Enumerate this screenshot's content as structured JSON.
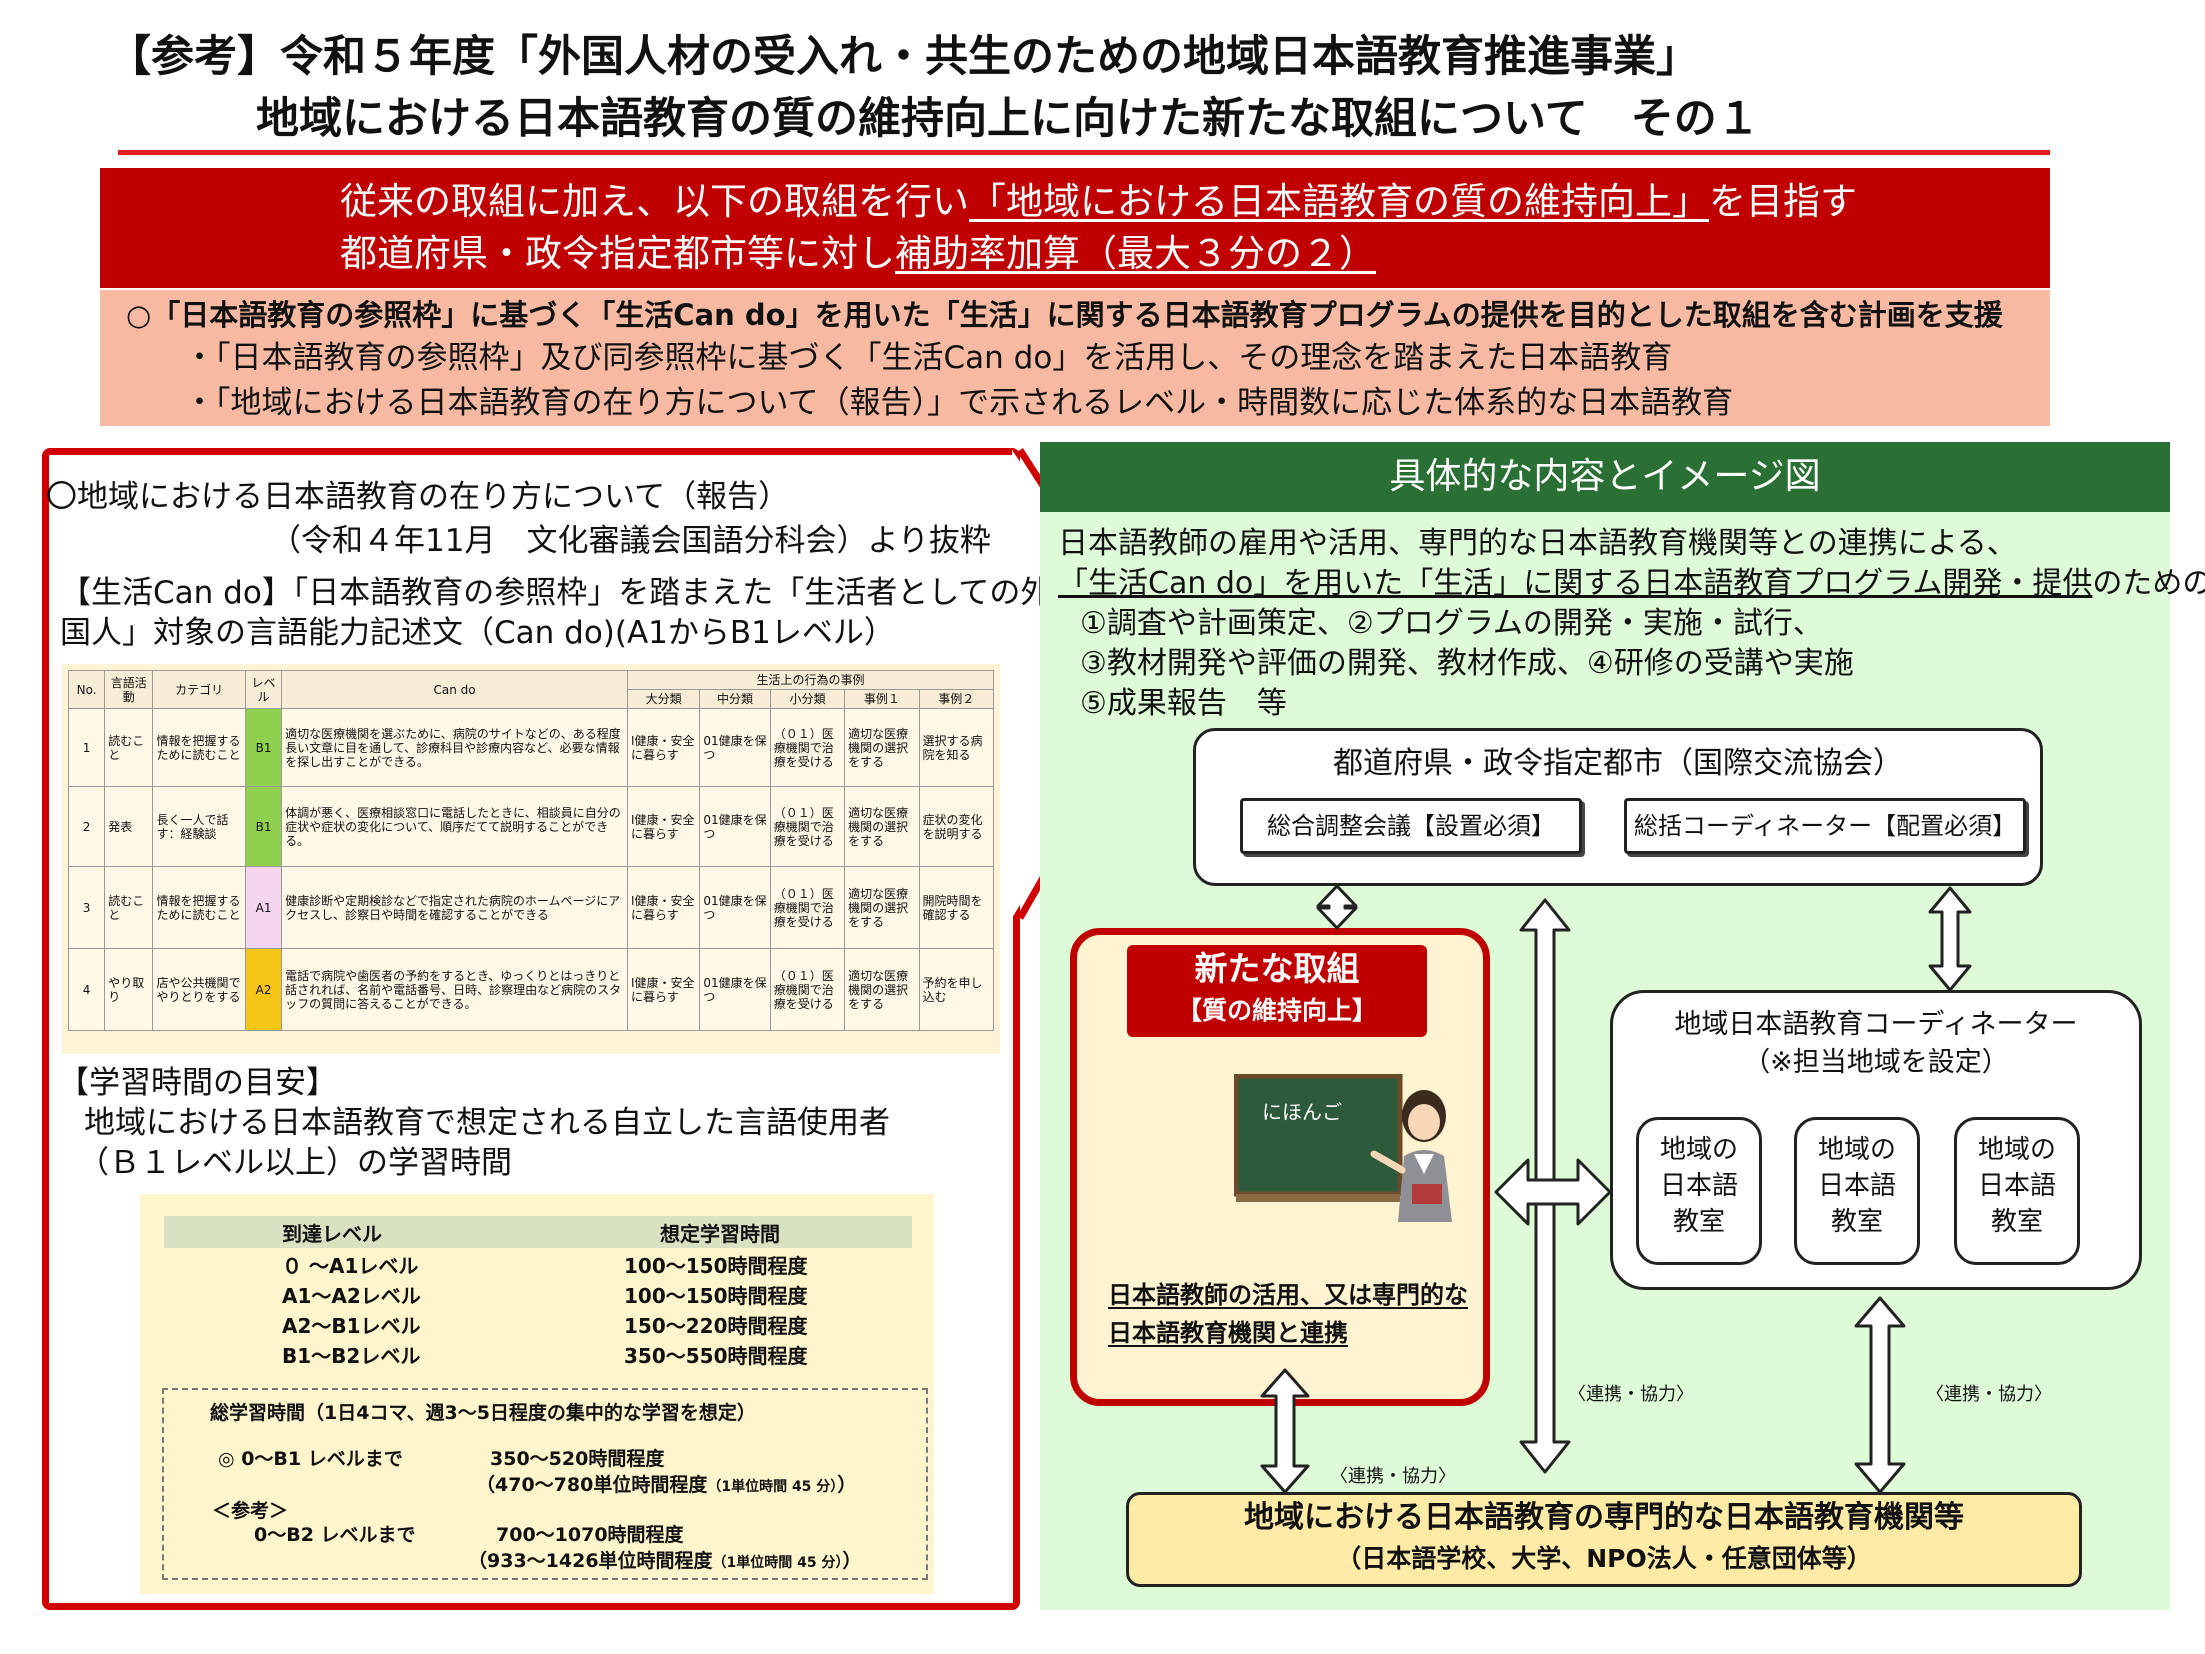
{
  "title": {
    "line1": "【参考】令和５年度「外国人材の受入れ・共生のための地域日本語教育推進事業」",
    "line2": "地域における日本語教育の質の維持向上に向けた新たな取組について　その１"
  },
  "banner": {
    "l1_pre": "従来の取組に加え、以下の取組を行い",
    "l1_u": "「地域における日本語教育の質の維持向上」",
    "l1_post": "を目指す",
    "l2_pre": "都道府県・政令指定都市等に対し",
    "l2_u": "補助率加算（最大３分の２）"
  },
  "support": {
    "heading": "○「日本語教育の参照枠」に基づく「生活Can do」を用いた「生活」に関する日本語教育プログラムの提供を目的とした取組を含む計画を支援",
    "bullet1": "・「日本語教育の参照枠」及び同参照枠に基づく「生活Can do」を活用し、その理念を踏まえた日本語教育",
    "bullet2": "・「地域における日本語教育の在り方について（報告）」で示されるレベル・時間数に応じた体系的な日本語教育"
  },
  "left": {
    "report_title": "〇地域における日本語教育の在り方について（報告）",
    "report_source": "（令和４年11月　文化審議会国語分科会）より抜粋",
    "cando_l1": "【生活Can do】「日本語教育の参照枠」を踏まえた「生活者としての外",
    "cando_l2": "国人」対象の言語能力記述文（Can do)(A1からB1レベル）",
    "table": {
      "headers": {
        "no": "No.",
        "activity": "言語活動",
        "category": "カテゴリ",
        "level": "レベル",
        "cando": "Can do",
        "examples": "生活上の行為の事例",
        "major": "大分類",
        "middle": "中分類",
        "minor": "小分類",
        "ex1": "事例１",
        "ex2": "事例２"
      },
      "rows": [
        {
          "no": "1",
          "activity": "読むこと",
          "category": "情報を把握するために読むこと",
          "level": "B1",
          "cando": "適切な医療機関を選ぶために、病院のサイトなどの、ある程度長い文章に目を通して、診療科目や診療内容など、必要な情報を探し出すことができる。",
          "major": "Ⅰ健康・安全に暮らす",
          "middle": "01健康を保つ",
          "minor": "（０１）医療機関で治療を受ける",
          "ex1": "適切な医療機関の選択をする",
          "ex2": "選択する病院を知る"
        },
        {
          "no": "2",
          "activity": "発表",
          "category": "長く一人で話す：経験談",
          "level": "B1",
          "cando": "体調が悪く、医療相談窓口に電話したときに、相談員に自分の症状や症状の変化について、順序だてて説明することができる。",
          "major": "Ⅰ健康・安全に暮らす",
          "middle": "01健康を保つ",
          "minor": "（０１）医療機関で治療を受ける",
          "ex1": "適切な医療機関の選択をする",
          "ex2": "症状の変化を説明する"
        },
        {
          "no": "3",
          "activity": "読むこと",
          "category": "情報を把握するために読むこと",
          "level": "A1",
          "cando": "健康診断や定期検診などで指定された病院のホームページにアクセスし、診察日や時間を確認することができる",
          "major": "Ⅰ健康・安全に暮らす",
          "middle": "01健康を保つ",
          "minor": "（０１）医療機関で治療を受ける",
          "ex1": "適切な医療機関の選択をする",
          "ex2": "開院時間を確認する"
        },
        {
          "no": "4",
          "activity": "やり取り",
          "category": "店や公共機関でやりとりをする",
          "level": "A2",
          "cando": "電話で病院や歯医者の予約をするとき、ゆっくりとはっきりと話されれば、名前や電話番号、日時、診察理由など病院のスタッフの質問に答えることができる。",
          "major": "Ⅰ健康・安全に暮らす",
          "middle": "01健康を保つ",
          "minor": "（０１）医療機関で治療を受ける",
          "ex1": "適切な医療機関の選択をする",
          "ex2": "予約を申し込む"
        }
      ]
    },
    "study_heading": "【学習時間の目安】",
    "study_l1": "地域における日本語教育で想定される自立した言語使用者",
    "study_l2": "（Ｂ１レベル以上）の学習時間",
    "time_table": {
      "col1": "到達レベル",
      "col2": "想定学習時間",
      "rows": [
        {
          "level": "０ ～A1レベル",
          "hours": "100～150時間程度"
        },
        {
          "level": "A1～A2レベル",
          "hours": "100～150時間程度"
        },
        {
          "level": "A2～B1レベル",
          "hours": "150～220時間程度"
        },
        {
          "level": "B1～B2レベル",
          "hours": "350～550時間程度"
        }
      ]
    },
    "total": {
      "heading": "総学習時間（1日4コマ、週3～5日程度の集中的な学習を想定）",
      "a_label": "◎ 0～B1 レベルまで",
      "a_hours": "350～520時間程度",
      "a_units": "（470～780単位時間程度",
      "a_note": "（1単位時間 45 分）",
      "a_close": "）",
      "ref": "＜参考＞",
      "b_label": "0～B2 レベルまで",
      "b_hours": "700～1070時間程度",
      "b_units": "（933～1426単位時間程度",
      "b_note": "（1単位時間 45 分）",
      "b_close": "）"
    }
  },
  "right": {
    "header": "具体的な内容とイメージ図",
    "intro1": "日本語教師の雇用や活用、専門的な日本語教育機関等との連携による、",
    "intro2_u": "「生活Can do」を用いた「生活」に関する日本語教育プログラム開発・提供",
    "intro2_post": "のための",
    "item1": "①調査や計画策定、②プログラムの開発・実施・試行、",
    "item2": "③教材開発や評価の開発、教材作成、④研修の受講や実施",
    "item3": "⑤成果報告　等",
    "pref_title": "都道府県・政令指定都市（国際交流協会）",
    "council": "総合調整会議【設置必須】",
    "coordinator_main": "総括コーディネーター【配置必須】",
    "new_title": "新たな取組",
    "new_sub": "【質の維持向上】",
    "blackboard": "にほんご",
    "new_desc": "日本語教師の活用、又は専門的な日本語教育機関と連携",
    "regional_coord": "地域日本語教育コーディネーター",
    "regional_note": "（※担当地域を設定）",
    "rooms": [
      "地域の日本語教室",
      "地域の日本語教室",
      "地域の日本語教室"
    ],
    "coop": "〈連携・協力〉",
    "inst_title": "地域における日本語教育の専門的な日本語教育機関等",
    "inst_sub": "（日本語学校、大学、NPO法人・任意団体等）"
  }
}
